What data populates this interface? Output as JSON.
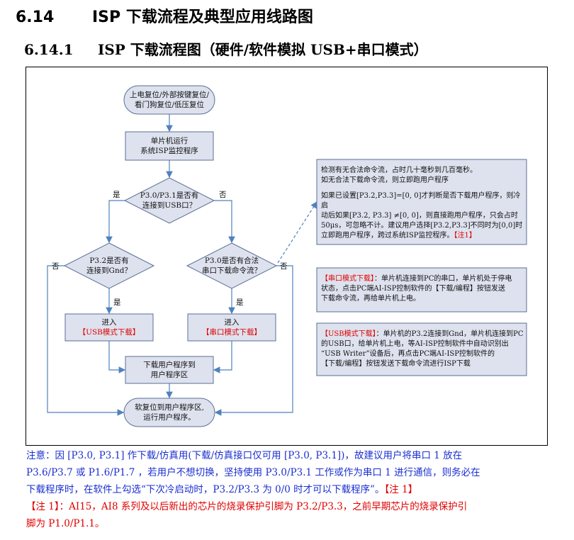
{
  "heading": {
    "num": "6.14",
    "title": "ISP 下载流程及典型应用线路图"
  },
  "subheading": {
    "num": "6.14.1",
    "title": "ISP 下载流程图（硬件/软件模拟 USB+串口模式）"
  },
  "flow": {
    "start": [
      "上电复位/外部按键复位/",
      "看门狗复位/低压复位"
    ],
    "run": [
      "单片机运行",
      "系统ISP监控程序"
    ],
    "d1": [
      "P3.0/P3.1是否有",
      "连接到USB口？"
    ],
    "d2": [
      "P3.2是否有",
      "连接到Gnd？"
    ],
    "d3": [
      "P3.0是否有合法",
      "串口下载命令流？"
    ],
    "enter": "进入",
    "usb_mode": "【USB模式下载】",
    "uart_mode": "【串口模式下载】",
    "download": [
      "下载用户程序到",
      "用户程序区"
    ],
    "end": [
      "软复位到用户程序区,",
      "运行用户程序。"
    ],
    "yes": "是",
    "no": "否"
  },
  "notes": {
    "n1": [
      "检测有无合法命令流，占时几十毫秒到几百毫秒。",
      "如无合法下载命令流，则立即跑用户程序"
    ],
    "n1b": [
      "如果已设置[P3.2,P3.3]=[0, 0]才判断是否下载用户程序，则冷启",
      "动后如果[P3.2, P3.3] ≠[0, 0]，则直接跑用户程序，只会占时",
      "50μs，可忽略不计。建议用户选择[P3.2,P3.3]不同时为[0,0]时",
      "立即跑用户程序，跨过系统ISP监控程序。"
    ],
    "n1_tag": "【注1】",
    "n2_tag": "【串口模式下载】",
    "n2": [
      "：单片机连接到PC的串口，单片机处于停电",
      "状态，点击PC端AI-ISP控制软件的【下载/编程】按钮发送",
      "下载命令流，再给单片机上电。"
    ],
    "n3_tag": "【USB模式下载】",
    "n3": [
      "：单片机的P3.2连接到Gnd，单片机连接到PC",
      "的USB口，给单片机上电，等AI-ISP控制软件中自动识别出",
      "“USB Writer”设备后，再点击PC端AI-ISP控制软件的",
      "【下载/编程】按钮发送下载命令流进行ISP下载"
    ]
  },
  "footer": {
    "line1": "注意：因 [P3.0, P3.1] 作下载/仿真用(下载/仿真接口仅可用 [P3.0, P3.1])，故建议用户将串口 1 放在",
    "line2": "P3.6/P3.7 或 P1.6/P1.7 ，若用户不想切换，坚持使用 P3.0/P3.1 工作或作为串口 1 进行通信，则务必在",
    "line3": "下载程序时，在软件上勾选“下次冷启动时，P3.2/P3.3 为 0/0 时才可以下载程序”。",
    "line3_tag": "【注 1】",
    "line4": "【注 1】：AI15，AI8 系列及以后新出的芯片的烧录保护引脚为 P3.2/P3.3，之前早期芯片的烧录保护引",
    "line5": "脚为 P1.0/P1.1。"
  },
  "colors": {
    "box_fill": "#dde2ee",
    "box_stroke": "#5b6e96",
    "arrow": "#4f81bd",
    "note_red": "#e00000",
    "footer_blue": "#1a2fd0"
  }
}
